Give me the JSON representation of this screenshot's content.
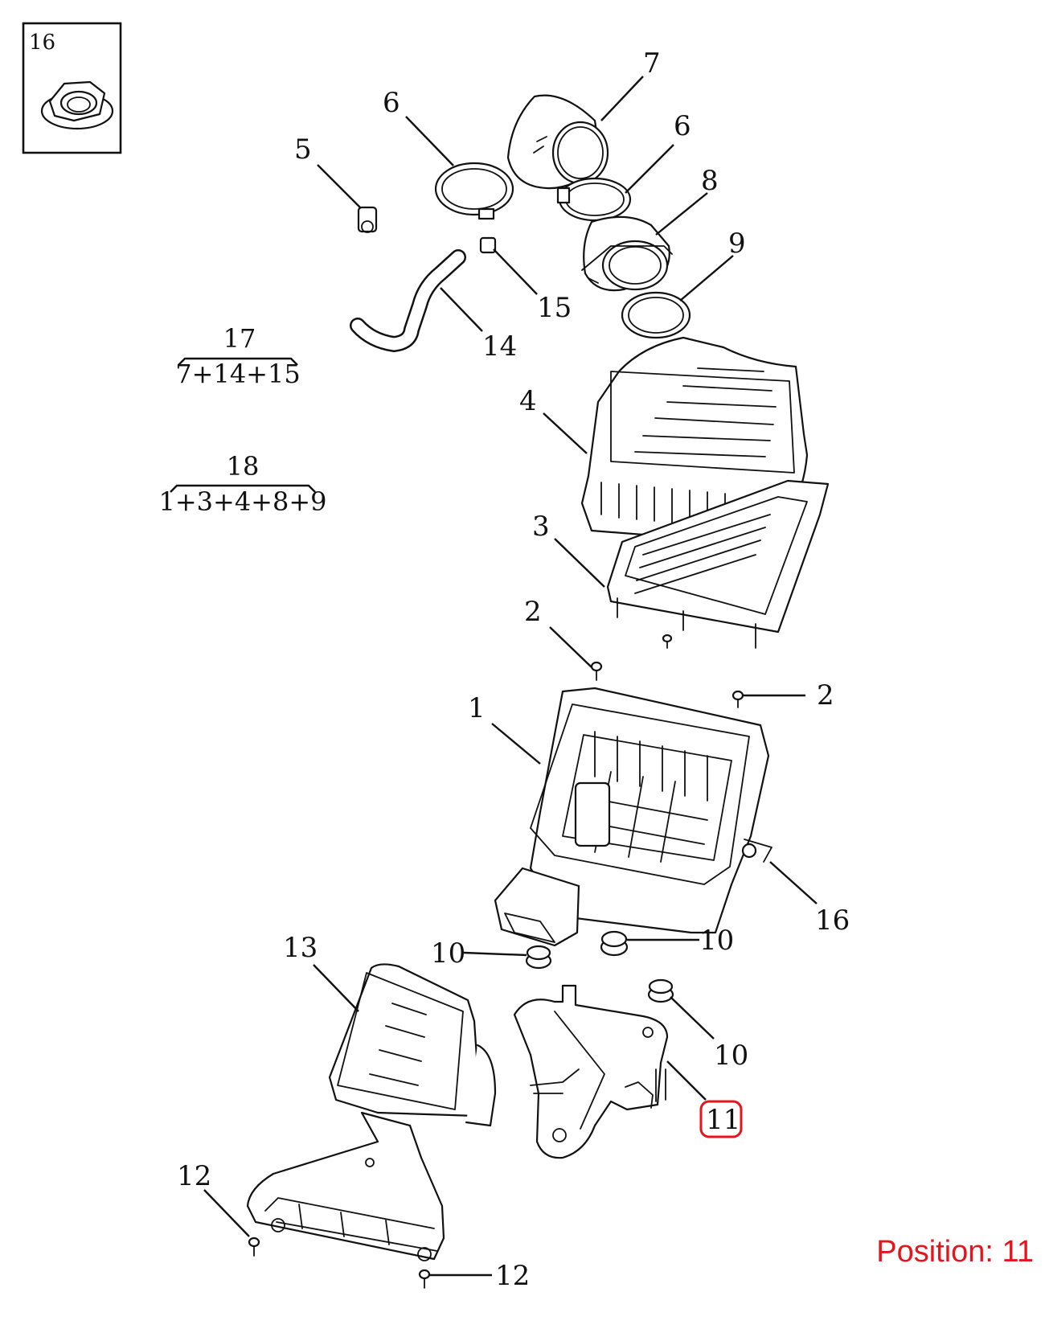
{
  "inset": {
    "label": "16",
    "icon": "flange-nut-icon"
  },
  "kits": [
    {
      "number": "17",
      "contents": "7+14+15"
    },
    {
      "number": "18",
      "contents": "1+3+4+8+9"
    }
  ],
  "callouts": [
    {
      "id": "c7",
      "label": "7"
    },
    {
      "id": "c6a",
      "label": "6"
    },
    {
      "id": "c6b",
      "label": "6"
    },
    {
      "id": "c5",
      "label": "5"
    },
    {
      "id": "c8",
      "label": "8"
    },
    {
      "id": "c9",
      "label": "9"
    },
    {
      "id": "c15",
      "label": "15"
    },
    {
      "id": "c14",
      "label": "14"
    },
    {
      "id": "c4",
      "label": "4"
    },
    {
      "id": "c3",
      "label": "3"
    },
    {
      "id": "c2a",
      "label": "2"
    },
    {
      "id": "c2b",
      "label": "2"
    },
    {
      "id": "c1",
      "label": "1"
    },
    {
      "id": "c16",
      "label": "16"
    },
    {
      "id": "c10a",
      "label": "10"
    },
    {
      "id": "c10b",
      "label": "10"
    },
    {
      "id": "c10c",
      "label": "10"
    },
    {
      "id": "c13",
      "label": "13"
    },
    {
      "id": "c11",
      "label": "11"
    },
    {
      "id": "c12a",
      "label": "12"
    },
    {
      "id": "c12b",
      "label": "12"
    }
  ],
  "highlight": {
    "label": "11",
    "color": "#e8141c"
  },
  "position": {
    "text": "Position: 11",
    "color": "#e8141c"
  }
}
